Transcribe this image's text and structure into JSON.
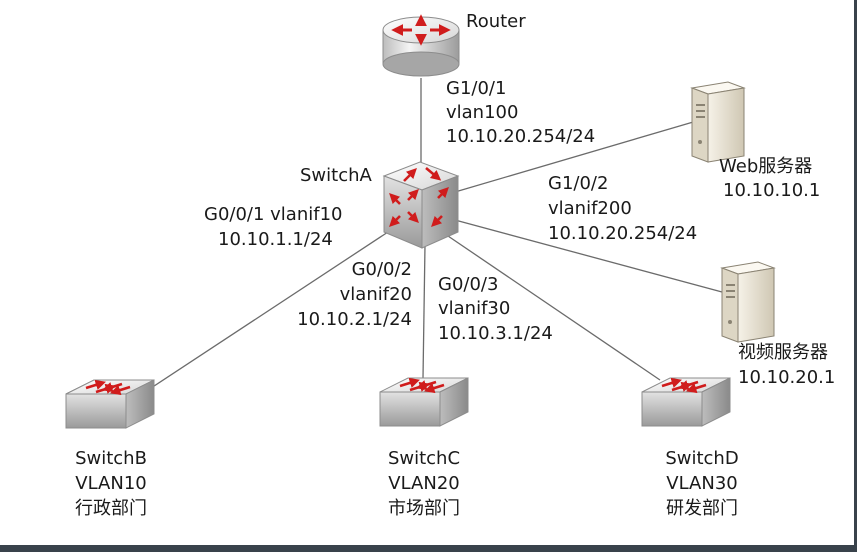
{
  "nodes": {
    "router": {
      "name": "Router"
    },
    "switch_a": {
      "name": "SwitchA"
    },
    "switch_b": {
      "name": "SwitchB",
      "vlan": "VLAN10",
      "dept": "行政部门"
    },
    "switch_c": {
      "name": "SwitchC",
      "vlan": "VLAN20",
      "dept": "市场部门"
    },
    "switch_d": {
      "name": "SwitchD",
      "vlan": "VLAN30",
      "dept": "研发部门"
    },
    "web_server": {
      "name": "Web服务器",
      "ip": "10.10.10.1"
    },
    "video_server": {
      "name": "视频服务器",
      "ip": "10.10.20.1"
    }
  },
  "links": {
    "router_uplink": {
      "port": "G1/0/1",
      "vlan": "vlan100",
      "ip": "10.10.20.254/24"
    },
    "to_switch_b": {
      "port_vlan": "G0/0/1 vlanif10",
      "ip": "10.10.1.1/24"
    },
    "to_switch_c": {
      "port": "G0/0/2",
      "vlan": "vlanif20",
      "ip": "10.10.2.1/24"
    },
    "to_switch_d": {
      "port": "G0/0/3",
      "vlan": "vlanif30",
      "ip": "10.10.3.1/24"
    },
    "to_servers": {
      "port": "G1/0/2",
      "vlan": "vlanif200",
      "ip": "10.10.20.254/24"
    }
  },
  "colors": {
    "arrow_red": "#d01c1c",
    "line": "#6b6b6b",
    "device_light": "#f4f4f4",
    "device_dark": "#a9a9a9",
    "server_body": "#ece7da",
    "frame": "#39424b"
  },
  "icons": {
    "router": "router-icon",
    "core_switch": "layer3-switch-icon",
    "access_switch": "switch-icon",
    "server": "server-icon"
  }
}
